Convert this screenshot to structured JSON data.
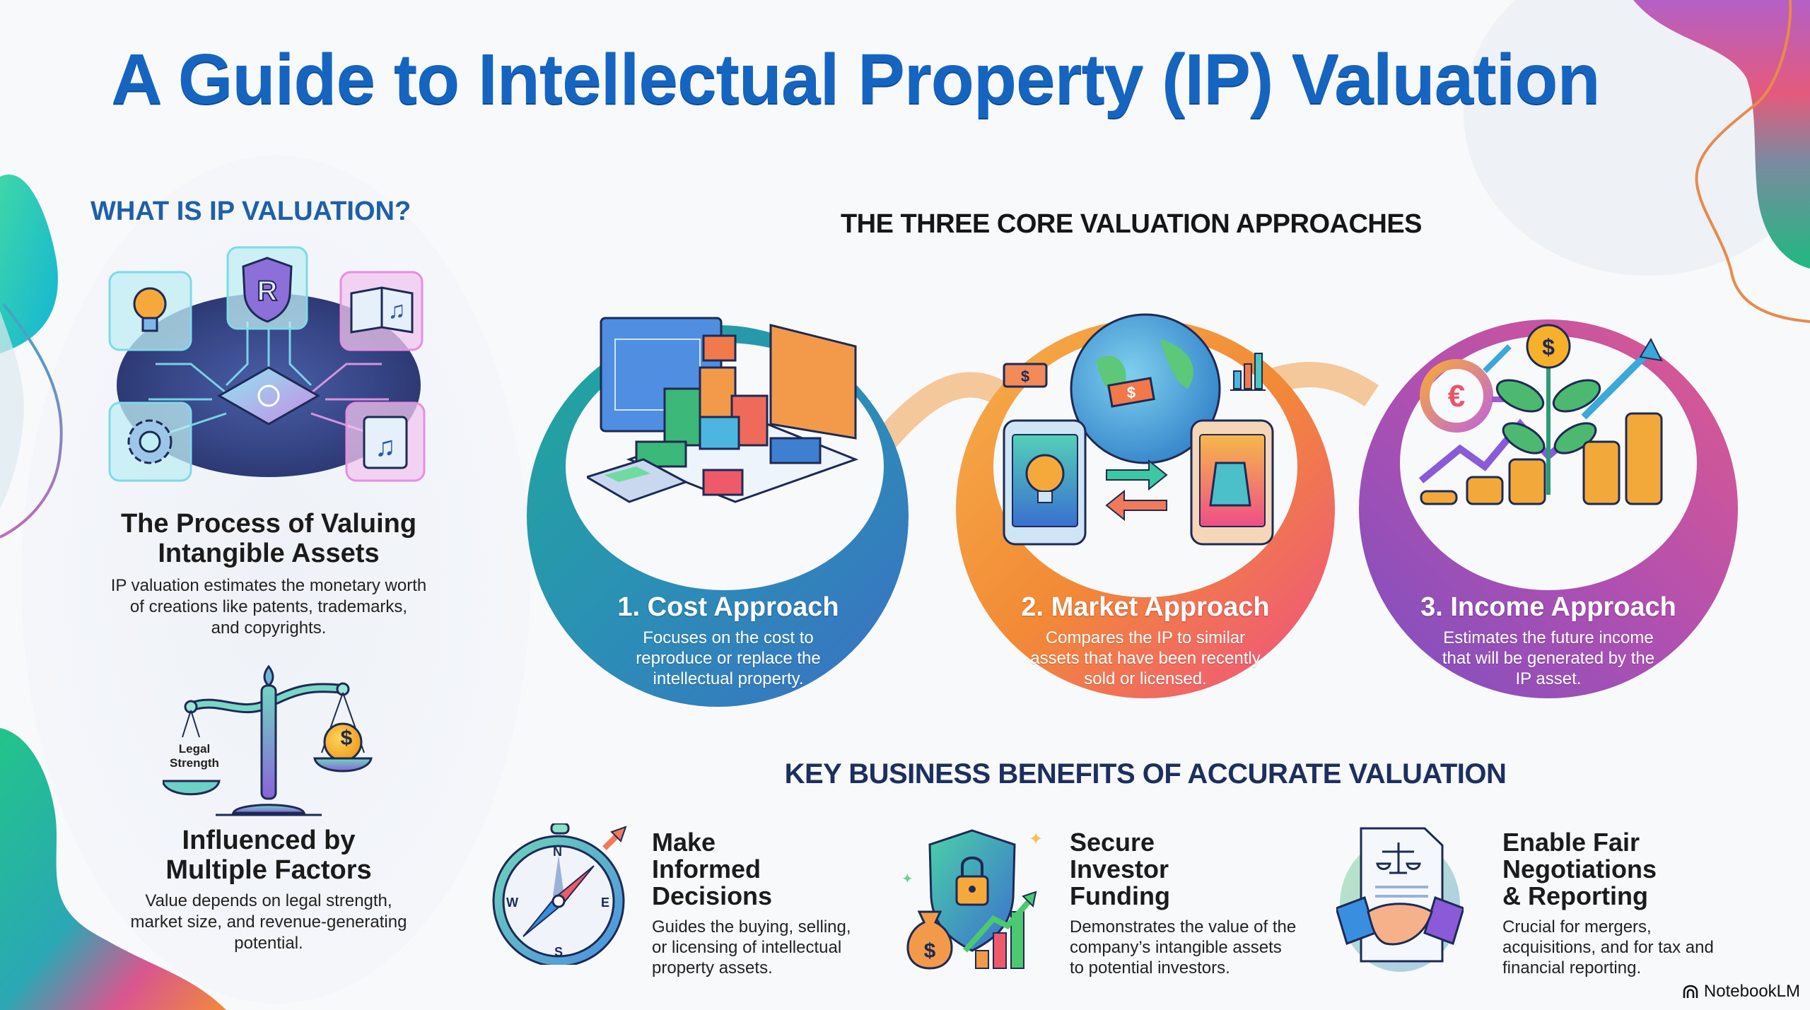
{
  "title": "A Guide to Intellectual Property (IP) Valuation",
  "left_column": {
    "heading": "WHAT IS IP VALUATION?",
    "icon_cluster": [
      "lightbulb-icon",
      "registered-shield-icon",
      "book-music-icon",
      "gear-icon",
      "music-scroll-icon",
      "chip-icon"
    ],
    "process": {
      "title_line1": "The Process of Valuing",
      "title_line2": "Intangible Assets",
      "desc_line1": "IP valuation estimates the monetary worth",
      "desc_line2": "of creations like patents, trademarks,",
      "desc_line3": "and copyrights."
    },
    "scale_label_line1": "Legal",
    "scale_label_line2": "Strength",
    "scale_coin_symbol": "$",
    "factors": {
      "title_line1": "Influenced by",
      "title_line2": "Multiple Factors",
      "desc_line1": "Value depends on legal strength,",
      "desc_line2": "market size, and revenue-generating",
      "desc_line3": "potential."
    }
  },
  "approaches": {
    "heading": "THE THREE CORE VALUATION APPROACHES",
    "items": [
      {
        "title": "1. Cost Approach",
        "desc_line1": "Focuses on the cost to",
        "desc_line2": "reproduce or replace the",
        "desc_line3": "intellectual property.",
        "color_start": "#1fa99a",
        "color_end": "#3b6fc4"
      },
      {
        "title": "2. Market Approach",
        "desc_line1": "Compares the IP to similar",
        "desc_line2": "assets that have been recently",
        "desc_line3": "sold or licensed.",
        "color_start": "#f39a2d",
        "color_end": "#ee5a7a"
      },
      {
        "title": "3. Income Approach",
        "desc_line1": "Estimates the future income",
        "desc_line2": "that will be generated by the",
        "desc_line3": "IP asset.",
        "color_start": "#8e4fc0",
        "color_end": "#d9568f"
      }
    ]
  },
  "benefits": {
    "heading": "KEY BUSINESS BENEFITS OF ACCURATE VALUATION",
    "items": [
      {
        "title_line1": "Make",
        "title_line2": "Informed",
        "title_line3": "Decisions",
        "desc_line1": "Guides the buying, selling,",
        "desc_line2": "or licensing of intellectual",
        "desc_line3": "property assets.",
        "icon": "compass-icon",
        "compass": {
          "n": "N",
          "s": "S",
          "e": "E",
          "w": "W"
        }
      },
      {
        "title_line1": "Secure",
        "title_line2": "Investor",
        "title_line3": "Funding",
        "desc_line1": "Demonstrates the value of the",
        "desc_line2": "company’s intangible assets",
        "desc_line3": "to potential investors.",
        "icon": "shield-lock-moneybag-icon"
      },
      {
        "title_line1": "Enable Fair",
        "title_line2": "Negotiations",
        "title_line3": "& Reporting",
        "desc_line1": "Crucial for mergers,",
        "desc_line2": "acquisitions, and for tax and",
        "desc_line3": "financial reporting.",
        "icon": "handshake-document-icon"
      }
    ]
  },
  "branding": {
    "label": "NotebookLM"
  },
  "colors": {
    "title_blue": "#1565c0",
    "heading_blue": "#1f5fa8",
    "benefits_heading_navy": "#1c2f5e",
    "dark_text": "#1b1b1b"
  }
}
